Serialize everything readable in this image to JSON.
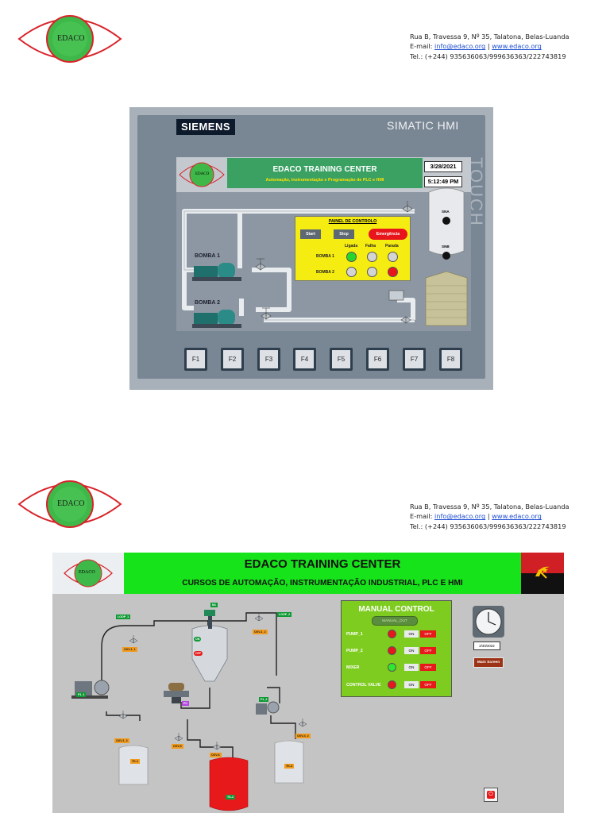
{
  "letterhead": {
    "logo_text": "EDACO",
    "address_line": "Rua B, Travessa 9, Nº 35, Talatona, Belas-Luanda",
    "email_prefix": "E-mail: ",
    "email": "info@edaco.org",
    "separator": " | ",
    "website": "www.edaco.org",
    "phone": "Tel.: (+244) 935636063/999636363/222743819"
  },
  "hmi1": {
    "brand": "SIEMENS",
    "model": "SIMATIC HMI",
    "side_label": "TOUCH",
    "logo_text": "EDACO",
    "title": "EDACO TRAINING CENTER",
    "subtitle": "Automação, Instrumentação e Programação de PLC e HMI",
    "date": "3/28/2021",
    "time": "5:12:49 PM",
    "tank_labels": [
      "SNA",
      "SNB"
    ],
    "pumps": [
      "BOMBA 1",
      "BOMBA 2"
    ],
    "control_panel": {
      "title": "PAINEL DE CONTROLO",
      "start": "Start",
      "stop": "Stop",
      "emergency": "Emergência",
      "columns": [
        "Ligada",
        "Falha",
        "Parada"
      ],
      "rows": [
        {
          "label": "BOMBA 1",
          "states": [
            "#27d62d",
            "#d4d4d4",
            "#d4d4d4"
          ]
        },
        {
          "label": "BOMBA 2",
          "states": [
            "#d4d4d4",
            "#d4d4d4",
            "#e8161c"
          ]
        }
      ]
    },
    "function_keys": [
      "F1",
      "F2",
      "F3",
      "F4",
      "F5",
      "F6",
      "F7",
      "F8"
    ]
  },
  "hmi2": {
    "logo_text": "EDACO",
    "title": "EDACO TRAINING CENTER",
    "subtitle": "CURSOS DE AUTOMAÇÃO, INSTRUMENTAÇÃO INDUSTRIAL, PLC E HMI",
    "manual_control": {
      "title": "MANUAL CONTROL",
      "mode_button": "MANUAL_OUT",
      "rows": [
        {
          "label": "PUMP_1",
          "led": "#e8161c",
          "on": "ON",
          "off": "OFF"
        },
        {
          "label": "PUMP_2",
          "led": "#e8161c",
          "on": "ON",
          "off": "OFF"
        },
        {
          "label": "MIXER",
          "led": "#2ee82c",
          "on": "ON",
          "off": "OFF"
        },
        {
          "label": "CONTROL VALVE",
          "led": "#e8161c",
          "on": "ON",
          "off": "OFF"
        }
      ]
    },
    "date": "2/30/2022",
    "main_screen": "Main Screen",
    "tags": {
      "loop1": "LOOP_1",
      "loop2": "LOOP_2",
      "m1": "M1",
      "on": "ON",
      "off": "OFF",
      "cv1_1": "OXV-1_1",
      "cv1_2": "OXV-1_2",
      "p1_1": "P1_1",
      "p1_2": "P1_2",
      "cv1_3": "OXV-1_3",
      "cv5": "OXV-5",
      "cv6": "OXV-6",
      "cv4_2": "OXV-4_2",
      "pc": "PC",
      "t1": "TK-1",
      "t2": "TK-3",
      "t3": "TK-2"
    }
  }
}
